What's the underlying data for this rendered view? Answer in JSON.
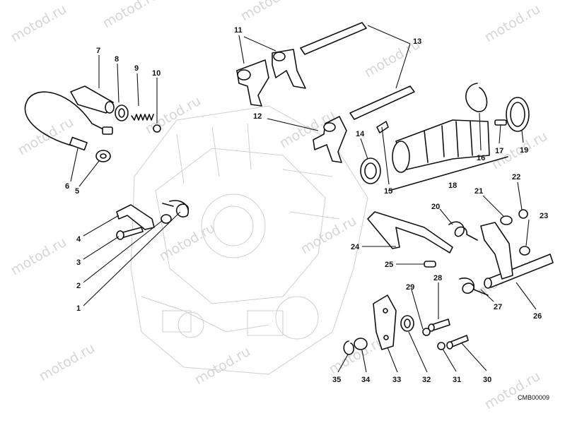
{
  "diagram": {
    "code": "CMB00009",
    "watermark": "motod.ru",
    "callouts": [
      "1",
      "2",
      "3",
      "4",
      "5",
      "6",
      "7",
      "8",
      "9",
      "10",
      "11",
      "12",
      "13",
      "14",
      "15",
      "16",
      "17",
      "18",
      "19",
      "20",
      "21",
      "22",
      "23",
      "24",
      "25",
      "26",
      "27",
      "28",
      "29",
      "30",
      "31",
      "32",
      "33",
      "34",
      "35"
    ]
  }
}
